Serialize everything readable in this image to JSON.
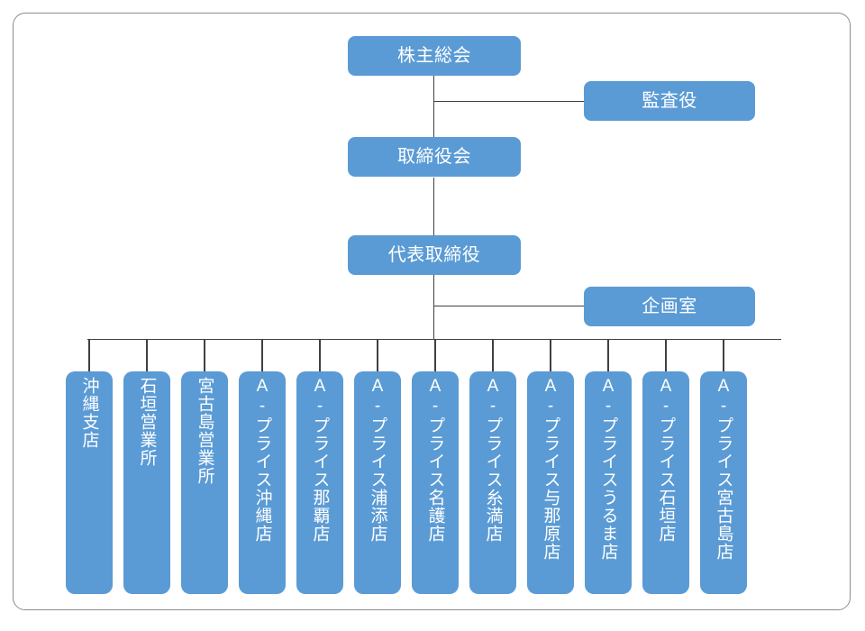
{
  "chart": {
    "title_text": "",
    "accent_color": "#5B9BD5",
    "line_color": "#404040",
    "frame_color": "#8C8C8C",
    "text_color": "#FFFFFF"
  },
  "nodes": {
    "shareholders_meeting": {
      "label": "株主総会"
    },
    "auditor": {
      "label": "監査役"
    },
    "board_of_directors": {
      "label": "取締役会"
    },
    "representative_director": {
      "label": "代表取締役"
    },
    "planning_office": {
      "label": "企画室"
    }
  },
  "branches": [
    {
      "label": "沖縄支店"
    },
    {
      "label": "石垣営業所"
    },
    {
      "label": "宮古島営業所"
    },
    {
      "label": "A-プライス沖縄店"
    },
    {
      "label": "A-プライス那覇店"
    },
    {
      "label": "A-プライス浦添店"
    },
    {
      "label": "A-プライス名護店"
    },
    {
      "label": "A-プライス糸満店"
    },
    {
      "label": "A-プライス与那原店"
    },
    {
      "label": "A-プライスうるま店"
    },
    {
      "label": "A-プライス石垣店"
    },
    {
      "label": "A-プライス宮古島店"
    }
  ]
}
